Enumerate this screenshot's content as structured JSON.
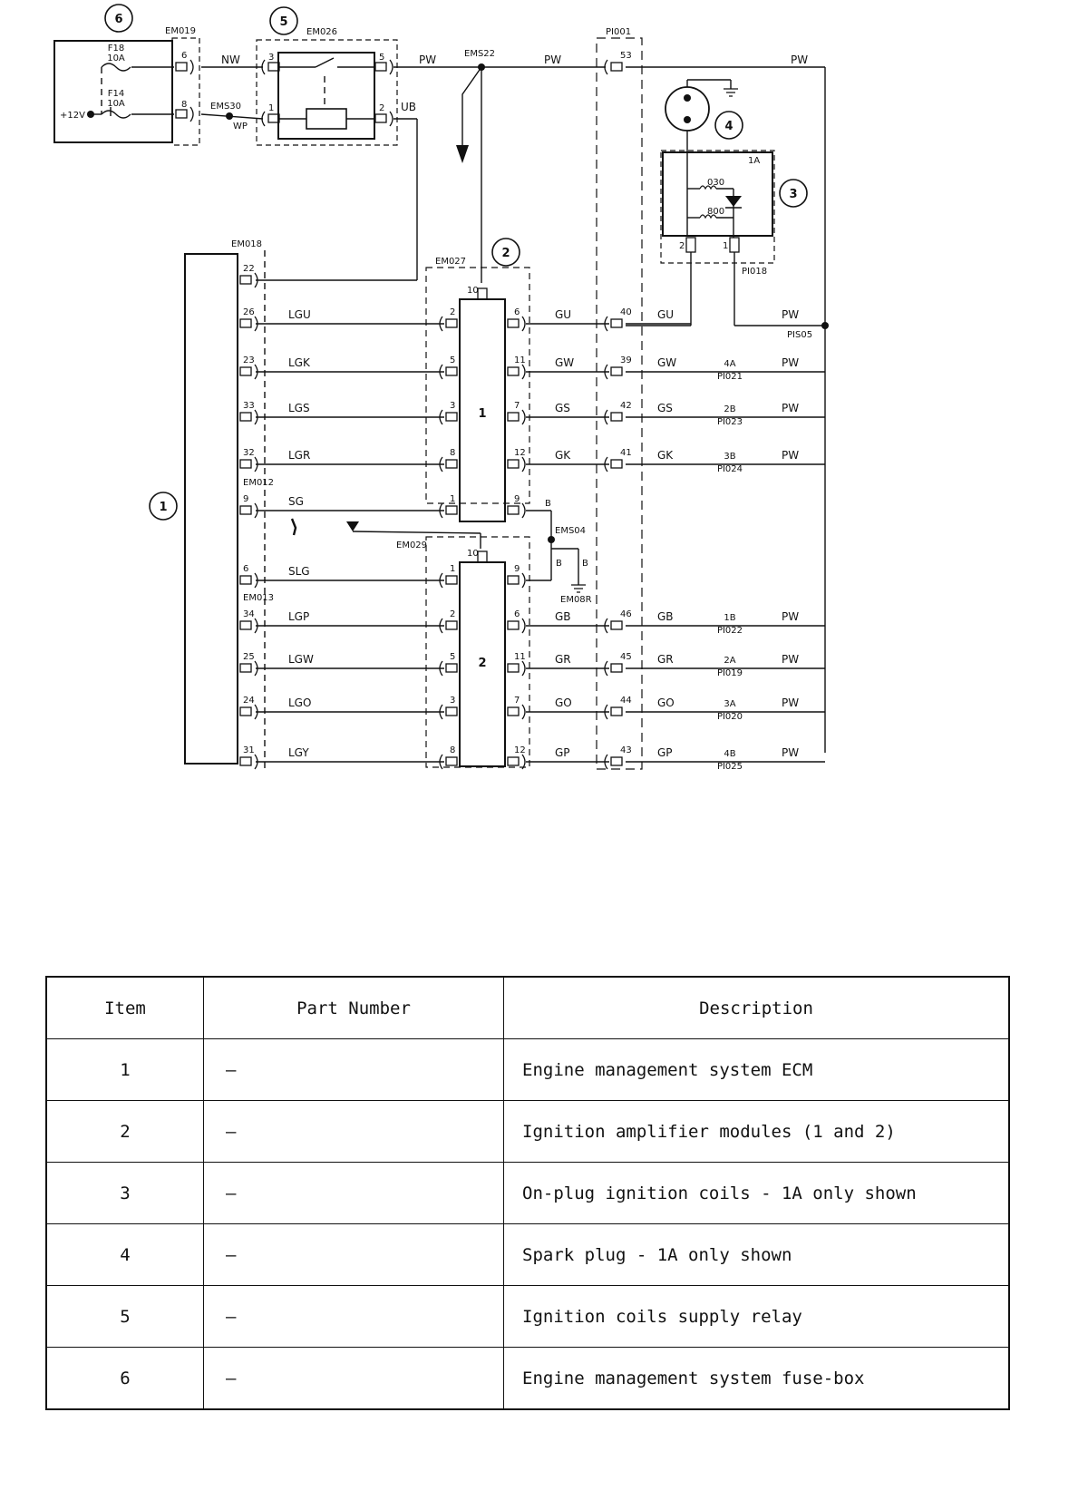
{
  "callouts": [
    "1",
    "2",
    "3",
    "4",
    "5",
    "6"
  ],
  "fusebox": {
    "fuse_top": [
      "F18",
      "10A"
    ],
    "fuse_bottom": [
      "F14",
      "10A"
    ],
    "supply": "+12V"
  },
  "connectors": {
    "fusebox_out": "EM019",
    "relay": "EM026",
    "ecm_top": "EM018",
    "ecm_mid": "EM012",
    "ecm_low": "EM013",
    "module1": "EM027",
    "module2": "EM029",
    "inline": "PI001",
    "coil": "PI018"
  },
  "splices": {
    "ems30": "EMS30",
    "ems22": "EMS22",
    "ems04": "EMS04",
    "ground": "EM08R",
    "pis05": "PIS05"
  },
  "relay_pins": [
    "3",
    "1",
    "5",
    "2"
  ],
  "fusebox_pins": [
    "6",
    "8"
  ],
  "top_wires": {
    "nw": "NW",
    "wp": "WP",
    "ub": "UB",
    "pw1": "PW",
    "pw2": "PW",
    "pw3": "PW",
    "inline_pin": "53"
  },
  "coil": {
    "label": "1A",
    "res1": "030",
    "res2": "800",
    "pins": [
      "2",
      "1"
    ]
  },
  "module_names": [
    "1",
    "2"
  ],
  "module1_rows": [
    {
      "ecm_pin": "22",
      "ecm_wire": "",
      "in_pin": "",
      "out_pin": "",
      "out_wire": "",
      "pi_pin": "",
      "pi_wire": "",
      "coil": "",
      "conn": "",
      "supply": ""
    },
    {
      "ecm_pin": "26",
      "ecm_wire": "LGU",
      "in_pin": "2",
      "out_pin": "6",
      "out_wire": "GU",
      "pi_pin": "40",
      "pi_wire": "GU",
      "coil": "",
      "conn": "",
      "supply": "PW"
    },
    {
      "ecm_pin": "23",
      "ecm_wire": "LGK",
      "in_pin": "5",
      "out_pin": "11",
      "out_wire": "GW",
      "pi_pin": "39",
      "pi_wire": "GW",
      "coil": "4A",
      "conn": "PI021",
      "supply": "PW"
    },
    {
      "ecm_pin": "33",
      "ecm_wire": "LGS",
      "in_pin": "3",
      "out_pin": "7",
      "out_wire": "GS",
      "pi_pin": "42",
      "pi_wire": "GS",
      "coil": "2B",
      "conn": "PI023",
      "supply": "PW"
    },
    {
      "ecm_pin": "32",
      "ecm_wire": "LGR",
      "in_pin": "8",
      "out_pin": "12",
      "out_wire": "GK",
      "pi_pin": "41",
      "pi_wire": "GK",
      "coil": "3B",
      "conn": "PI024",
      "supply": "PW"
    },
    {
      "ecm_pin": "9",
      "ecm_wire": "SG",
      "in_pin": "1",
      "out_pin": "9",
      "out_wire": "B",
      "pi_pin": "",
      "pi_wire": "",
      "coil": "",
      "conn": "",
      "supply": ""
    }
  ],
  "module1_top_pin": "10",
  "module2_top_pin": "10",
  "module2_rows": [
    {
      "ecm_pin": "6",
      "ecm_wire": "SLG",
      "in_pin": "1",
      "out_pin": "9",
      "out_wire": "",
      "pi_pin": "",
      "pi_wire": "",
      "coil": "",
      "conn": "",
      "supply": ""
    },
    {
      "ecm_pin": "34",
      "ecm_wire": "LGP",
      "in_pin": "2",
      "out_pin": "6",
      "out_wire": "GB",
      "pi_pin": "46",
      "pi_wire": "GB",
      "coil": "1B",
      "conn": "PI022",
      "supply": "PW"
    },
    {
      "ecm_pin": "25",
      "ecm_wire": "LGW",
      "in_pin": "5",
      "out_pin": "11",
      "out_wire": "GR",
      "pi_pin": "45",
      "pi_wire": "GR",
      "coil": "2A",
      "conn": "PI019",
      "supply": "PW"
    },
    {
      "ecm_pin": "24",
      "ecm_wire": "LGO",
      "in_pin": "3",
      "out_pin": "7",
      "out_wire": "GO",
      "pi_pin": "44",
      "pi_wire": "GO",
      "coil": "3A",
      "conn": "PI020",
      "supply": "PW"
    },
    {
      "ecm_pin": "31",
      "ecm_wire": "LGY",
      "in_pin": "8",
      "out_pin": "12",
      "out_wire": "GP",
      "pi_pin": "43",
      "pi_wire": "GP",
      "coil": "4B",
      "conn": "PI025",
      "supply": "PW"
    }
  ],
  "ground_wires": [
    "B",
    "B"
  ],
  "table": {
    "headers": [
      "Item",
      "Part Number",
      "Description"
    ],
    "rows": [
      {
        "item": "1",
        "part": "–",
        "desc": "Engine management system ECM"
      },
      {
        "item": "2",
        "part": "–",
        "desc": "Ignition amplifier modules (1 and 2)"
      },
      {
        "item": "3",
        "part": "–",
        "desc": "On-plug ignition coils - 1A only shown"
      },
      {
        "item": "4",
        "part": "–",
        "desc": "Spark plug - 1A only shown"
      },
      {
        "item": "5",
        "part": "–",
        "desc": "Ignition coils supply  relay"
      },
      {
        "item": "6",
        "part": "–",
        "desc": "Engine management system fuse-box"
      }
    ]
  }
}
